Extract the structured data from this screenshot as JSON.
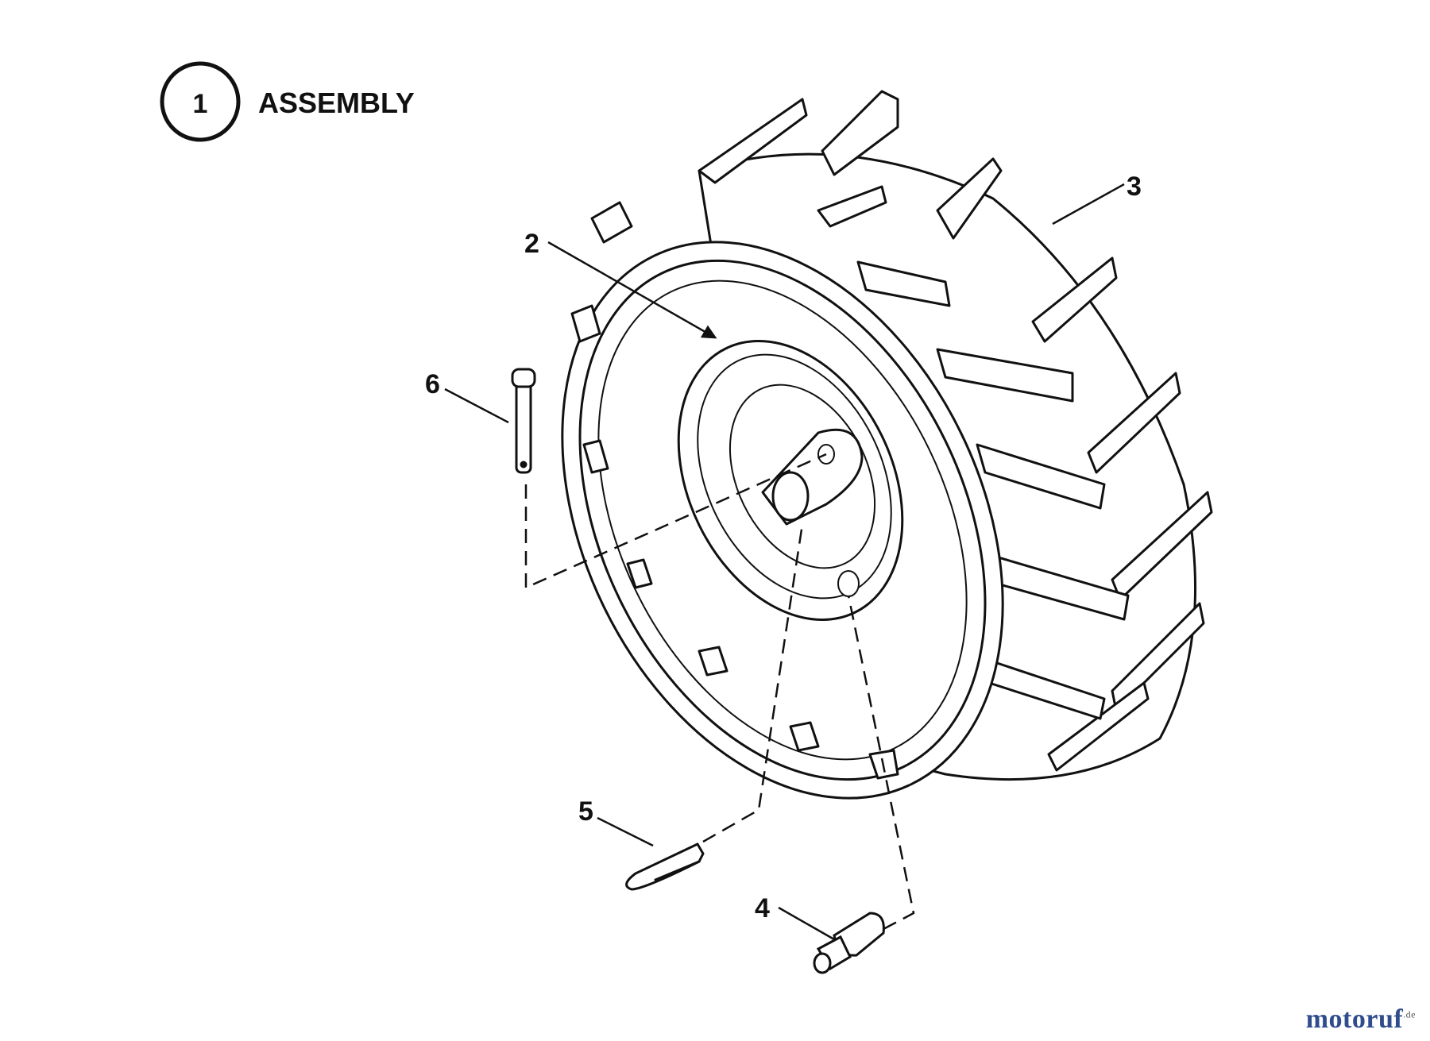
{
  "header": {
    "step_number": "1",
    "title": "ASSEMBLY"
  },
  "callouts": [
    {
      "id": "2",
      "label": "2"
    },
    {
      "id": "3",
      "label": "3"
    },
    {
      "id": "4",
      "label": "4"
    },
    {
      "id": "5",
      "label": "5"
    },
    {
      "id": "6",
      "label": "6"
    }
  ],
  "watermark": {
    "text": "motoruf",
    "suffix": ".de"
  }
}
